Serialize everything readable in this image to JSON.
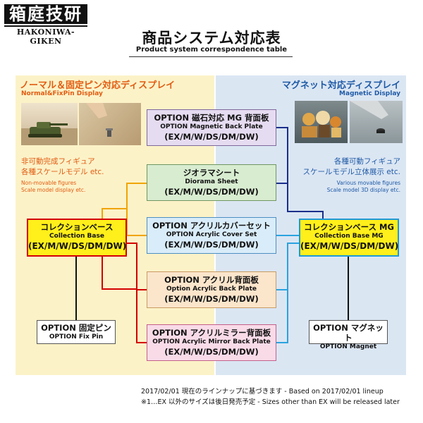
{
  "logo": {
    "jp": "箱庭技研",
    "en": "HAKONIWA-GIKEN"
  },
  "title": {
    "jp": "商品システム対応表",
    "en": "Product system correspondence table"
  },
  "left_panel": {
    "title": "ノーマル＆固定ピン対応ディスプレイ",
    "subtitle": "Normal&FixPin Display",
    "desc_jp_1": "非可動完成フィギュア",
    "desc_jp_2": "各種スケールモデル etc.",
    "desc_en_1": "Non-movable figures",
    "desc_en_2": "Scale model display etc."
  },
  "right_panel": {
    "title": "マグネット対応ディスプレイ",
    "subtitle": "Magnetic Display",
    "desc_jp_1": "各種可動フィギュア",
    "desc_jp_2": "スケールモデル立体展示 etc.",
    "desc_en_1": "Various movable figures",
    "desc_en_2": "Scale model 3D display etc."
  },
  "boxes": {
    "magback": {
      "l1": "OPTION 磁石対応 MG 背面板",
      "l2": "OPTION Magnetic Back Plate",
      "l3": "(EX/M/W/DS/DM/DW)"
    },
    "diorama": {
      "l1": "ジオラマシート",
      "l2": "Diorama Sheet",
      "l3": "(EX/M/W/DS/DM/DW)"
    },
    "acrycover": {
      "l1": "OPTION アクリルカバーセット",
      "l2": "OPTION Acrylic Cover Set",
      "l3": "(EX/M/W/DS/DM/DW)"
    },
    "acryback": {
      "l1": "OPTION アクリル背面板",
      "l2": "Option Acrylic Back Plate",
      "l3": "(EX/M/W/DS/DM/DW)"
    },
    "mirror": {
      "l1": "OPTION アクリルミラー背面板",
      "l2": "OPTION Acrylic Mirror Back Plate",
      "l3": "(EX/M/W/DS/DM/DW)"
    },
    "colbase": {
      "l1": "コレクションベース",
      "l2": "Collection Base",
      "l3": "(EX/M/W/DS/DM/DW)"
    },
    "colbasemg": {
      "l1": "コレクションベース MG",
      "l2": "Collection Base MG",
      "l3": "(EX/M/W/DS/DM/DW)"
    },
    "fixpin": {
      "l1": "OPTION 固定ピン",
      "l2": "OPTION Fix Pin"
    },
    "magnet": {
      "l1": "OPTION マグネット",
      "l2": "OPTION Magnet"
    }
  },
  "footer": {
    "line1": "2017/02/01 現在のラインナップに基づきます - Based on 2017/02/01 lineup",
    "line2": "※1…EX 以外のサイズは後日発売予定 - Sizes other than EX will be released later"
  },
  "colors": {
    "left_accent": "#e15c12",
    "right_accent": "#1f5aa6",
    "left_panel_bg": "#fcf2c8",
    "right_panel_bg": "#dbe6f3",
    "base_fill": "#ffef1a"
  }
}
